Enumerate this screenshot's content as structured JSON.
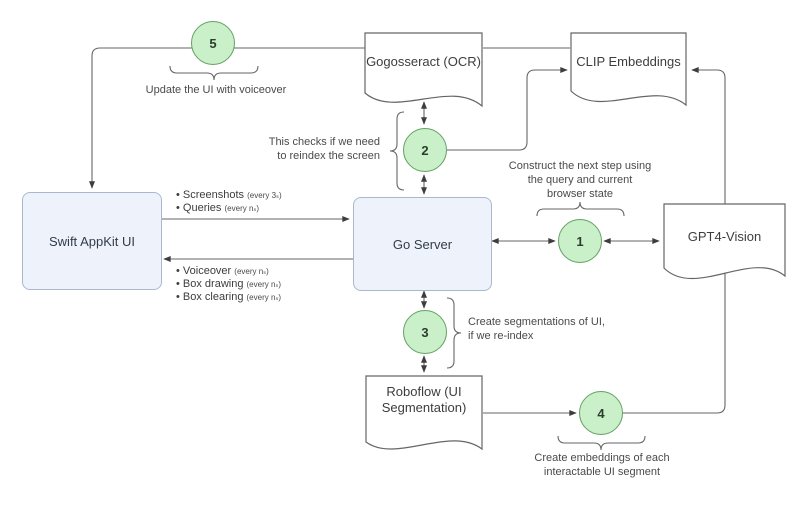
{
  "diagram": {
    "colors": {
      "circle_fill": "#c9f0c9",
      "circle_stroke": "#63a063",
      "box_fill": "#eef3fb",
      "box_stroke": "#a9b8cc",
      "line": "#666666",
      "arrow": "#3d3d3d",
      "text": "#333c49",
      "note_text": "#4a4a4a"
    },
    "nodes": {
      "swift": {
        "label": "Swift AppKit UI"
      },
      "go_server": {
        "label": "Go Server"
      },
      "gogosseract": {
        "label": "Gogosseract (OCR)"
      },
      "clip": {
        "label": "CLIP Embeddings"
      },
      "gpt4_vision": {
        "label": "GPT4-Vision"
      },
      "roboflow": {
        "label": "Roboflow (UI\nSegmentation)"
      }
    },
    "steps": {
      "s1": {
        "num": "1",
        "note": "Construct the next step using\nthe query and current\nbrowser state"
      },
      "s2": {
        "num": "2",
        "note": "This checks if we need\nto reindex the screen"
      },
      "s3": {
        "num": "3",
        "note": "Create segmentations of UI,\nif we re-index"
      },
      "s4": {
        "num": "4",
        "note": "Create embeddings of each\ninteractable UI segment"
      },
      "s5": {
        "num": "5",
        "note": "Update the UI with voiceover"
      }
    },
    "edge_labels": {
      "ui_to_server": [
        {
          "text": "• Screenshots",
          "note": "(every 3ₛ)"
        },
        {
          "text": "• Queries",
          "note": "(every nₛ)"
        }
      ],
      "server_to_ui": [
        {
          "text": "• Voiceover",
          "note": "(every nₛ)"
        },
        {
          "text": "• Box drawing",
          "note": "(every nₛ)"
        },
        {
          "text": "• Box clearing",
          "note": "(every nₛ)"
        }
      ]
    }
  }
}
